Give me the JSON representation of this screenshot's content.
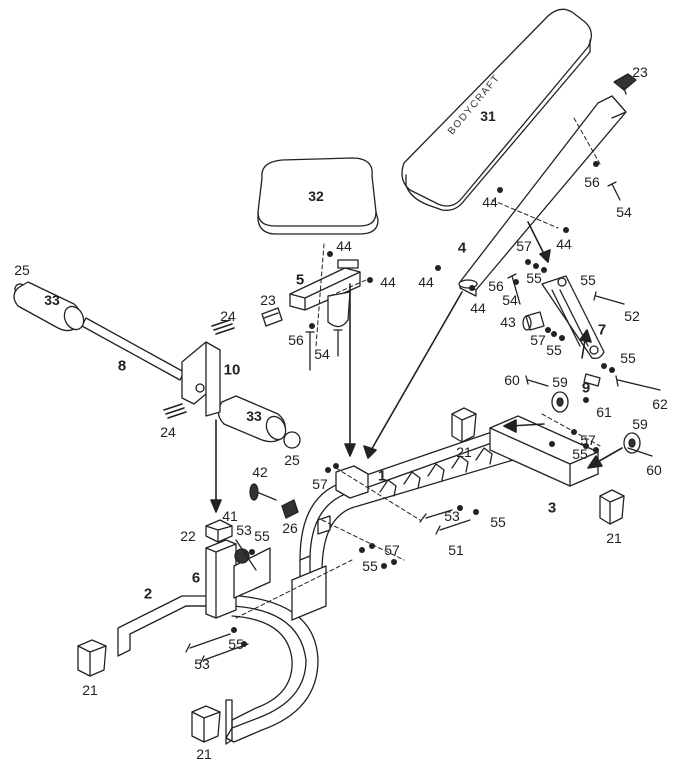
{
  "brand": "BODYCRAFT",
  "parts": {
    "p1": "1",
    "p2": "2",
    "p3": "3",
    "p4": "4",
    "p5": "5",
    "p6": "6",
    "p7": "7",
    "p8": "8",
    "p9": "9",
    "p10": "10",
    "p21": "21",
    "p22": "22",
    "p23": "23",
    "p24": "24",
    "p25": "25",
    "p26": "26",
    "p31": "31",
    "p32": "32",
    "p33": "33",
    "p41": "41",
    "p42": "42",
    "p43": "43",
    "p44": "44",
    "p51": "51",
    "p52": "52",
    "p53": "53",
    "p54": "54",
    "p55": "55",
    "p56": "56",
    "p57": "57",
    "p59": "59",
    "p60": "60",
    "p61": "61",
    "p62": "62"
  }
}
